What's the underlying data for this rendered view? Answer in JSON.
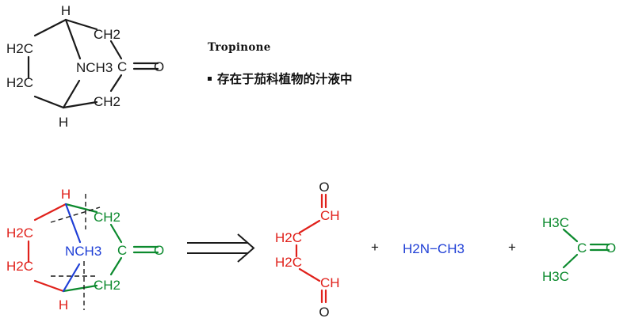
{
  "colors": {
    "black": "#1a1a1a",
    "red": "#e0211b",
    "green": "#0c8a2e",
    "blue": "#1f3fd6"
  },
  "caption": {
    "title": "Tropinone",
    "note": "存在于茄科植物的汁液中"
  },
  "structure_top": {
    "h_top": "H",
    "h_bottom": "H",
    "ch2_top": "CH2",
    "ch2_bottom": "CH2",
    "h2c_top": "H2C",
    "h2c_bottom": "H2C",
    "nch3": "NCH3",
    "carbonyl_c": "C",
    "carbonyl_o": "O"
  },
  "structure_bottom": {
    "h_top": "H",
    "h_bottom": "H",
    "ch2_top": "CH2",
    "ch2_bottom": "CH2",
    "h2c_top": "H2C",
    "h2c_bottom": "H2C",
    "nch3": "NCH3",
    "carbonyl_c": "C",
    "carbonyl_o": "O"
  },
  "succinaldehyde": {
    "o_top": "O",
    "ch_top": "CH",
    "h2c_top": "H2C",
    "h2c_bottom": "H2C",
    "ch_bottom": "CH",
    "o_bottom": "O"
  },
  "plus_signs": [
    "+",
    "+"
  ],
  "methylamine": "H2N−CH3",
  "acetone": {
    "h3c_top": "H3C",
    "h3c_bottom": "H3C",
    "c": "C",
    "o": "O"
  }
}
